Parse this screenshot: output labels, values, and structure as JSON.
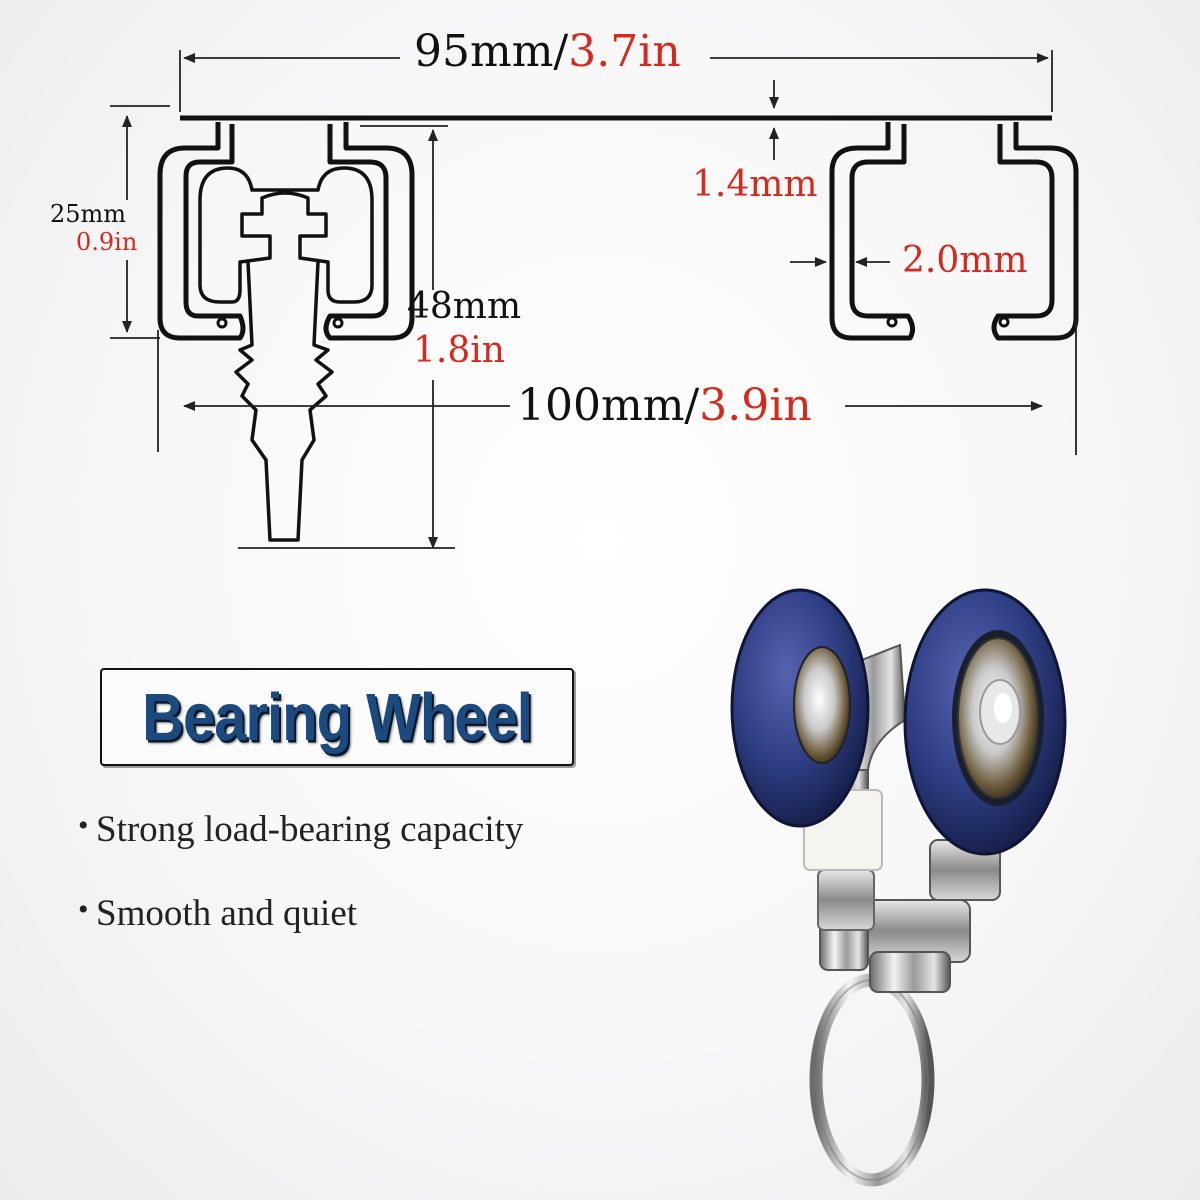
{
  "dimensions": {
    "top_width_mm": "95mm/",
    "top_width_in": "3.7in",
    "bottom_width_mm": "100mm/",
    "bottom_width_in": "3.9in",
    "rail_height_mm": "25mm",
    "rail_height_in": "0.9in",
    "total_height_mm": "48mm",
    "total_height_in": "1.8in",
    "plate_thickness": "1.4mm",
    "wall_thickness": "2.0mm"
  },
  "title": "Bearing Wheel",
  "features": [
    "Strong load-bearing capacity",
    "Smooth and quiet"
  ],
  "colors": {
    "dimension_red": "#d42a1e",
    "title_blue": "#1c4a7f",
    "wheel_blue": "#2f3f85",
    "rail_black": "#111111"
  }
}
